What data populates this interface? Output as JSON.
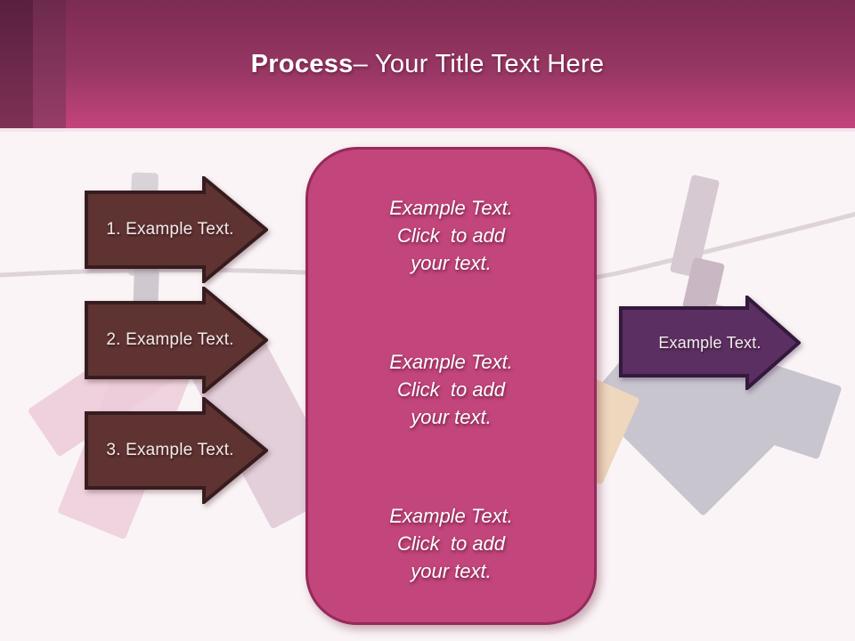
{
  "title": {
    "emphasis": "Process",
    "rest": " – Your Title Text Here"
  },
  "process_arrows": [
    {
      "label": "1. Example Text."
    },
    {
      "label": "2. Example Text."
    },
    {
      "label": "3. Example Text."
    }
  ],
  "center_panel": {
    "paragraphs": [
      {
        "line1": "Example Text.",
        "line2": "Click  to add",
        "line3": "your text."
      },
      {
        "line1": "Example Text.",
        "line2": "Click  to add",
        "line3": "your text."
      },
      {
        "line1": "Example Text.",
        "line2": "Click  to add",
        "line3": "your text."
      }
    ]
  },
  "result_arrow": {
    "label": "Example Text."
  },
  "colors": {
    "header_gradient_top": "#7c2b52",
    "header_gradient_bottom": "#c4447c",
    "accent_stripe_dark": "#591f3f",
    "accent_stripe_medium": "#6c2a4b",
    "body_background": "#faf4f6",
    "numbered_arrow_fill": "#5e3332",
    "numbered_arrow_border": "#371c1f",
    "result_arrow_fill": "#5b2f61",
    "result_arrow_border": "#34193d",
    "panel_fill": "#c2457b",
    "panel_border": "#962a5a",
    "text_on_shapes": "#ffffff",
    "clothesline": "#d8ccd3"
  }
}
